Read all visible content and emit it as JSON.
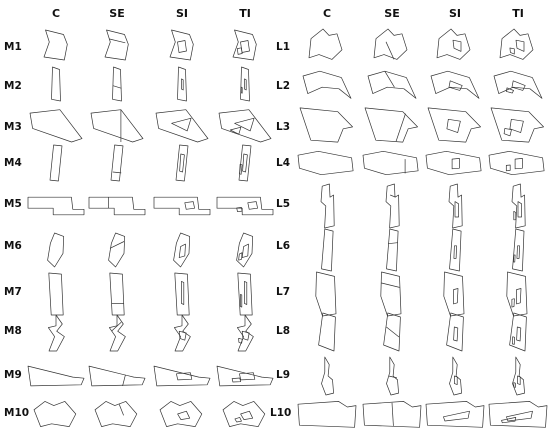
{
  "left_panel": {
    "columns": [
      "C",
      "SE",
      "SI",
      "TI"
    ],
    "rows": [
      "M1",
      "M2",
      "M3",
      "M4",
      "M5",
      "M6",
      "M7",
      "M8",
      "M9",
      "M10"
    ]
  },
  "right_panel": {
    "columns": [
      "C",
      "SE",
      "SI",
      "TI"
    ],
    "rows": [
      "L1",
      "L2",
      "L3",
      "L4",
      "L5",
      "L6",
      "L7",
      "L8",
      "L9",
      "L10"
    ]
  }
}
